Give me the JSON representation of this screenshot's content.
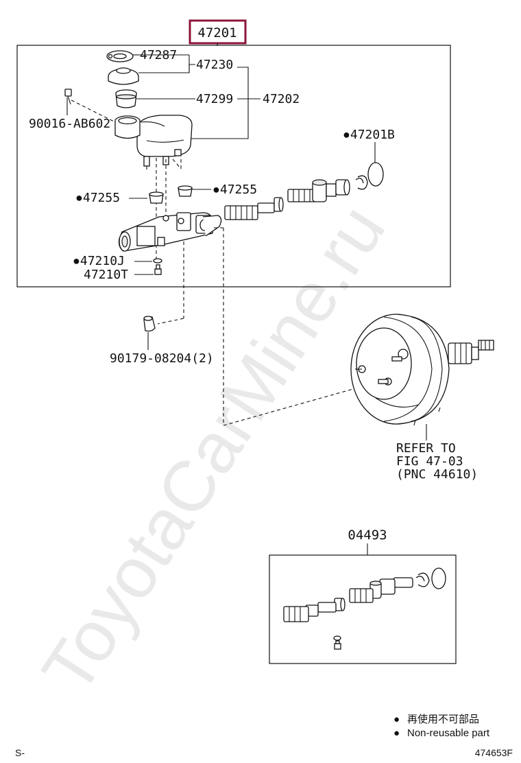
{
  "watermark": "ToyotaCarMine.ru",
  "main_assembly": {
    "number": "47201",
    "highlight_color": "#8b1538",
    "parts": {
      "p47287": "47287",
      "p47230": "47230",
      "p47299": "47299",
      "p47202": "47202",
      "p90016": "90016-AB602",
      "p47201B": "47201B",
      "p47255_left": "47255",
      "p47255_right": "47255",
      "p47210J": "47210J",
      "p47210T": "47210T"
    }
  },
  "bushing_part": "90179-08204(2)",
  "booster_reference": [
    "REFER TO",
    "FIG 47-03",
    "(PNC 44610)"
  ],
  "kit": {
    "number": "04493"
  },
  "legend": {
    "symbol": "●",
    "line1": "再使用不可部品",
    "line2": "Non-reusable part"
  },
  "footer": {
    "left": "S-",
    "right": "474653F"
  }
}
